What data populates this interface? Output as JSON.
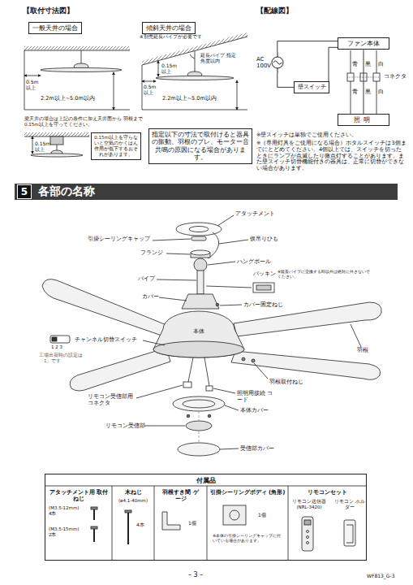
{
  "diagram": {
    "nodes": [
      {
        "text": [
          "一般天井の場合"
        ]
      },
      {
        "text": [
          "傾斜天井の場合"
        ]
      },
      {
        "text": [
          "0.15m以上を守らないと空気のかくはん作用が低下するおそれがあります。"
        ]
      },
      {
        "text": [
          "指定以下の寸法で取付けると器具の振動、羽根のブレ、モーター音共鳴の原因になる場合があります。"
        ]
      },
      {
        "text": [
          "AC 100V"
        ]
      },
      {
        "text": [
          "壁スイッチ"
        ]
      },
      {
        "text": [
          "ファン本体"
        ]
      },
      {
        "text": [
          "照明"
        ]
      },
      {
        "text": [
          "5",
          "各部の名称"
        ]
      },
      {
        "text": [
          "付属品"
        ]
      }
    ],
    "edges": [
      {
        "from": 4,
        "to": 6,
        "arrow": "none"
      },
      {
        "from": 4,
        "to": 5,
        "arrow": "none"
      },
      {
        "from": 5,
        "to": 6,
        "arrow": "none"
      },
      {
        "from": 6,
        "to": 7,
        "arrow": "none"
      }
    ],
    "labels": [
      "【取付寸法図】",
      "※別売延長パイプが必要です",
      "0.5m 以上",
      "2.2m以上~5.0m以内",
      "0.15m 以上",
      "延長パイプ 指定角度以内",
      "0.5m 以上",
      "2.2m以上~5.0m以内",
      "梁天井の場合は上記の条件に加え天井面から 羽根まで0.15m以上を守ってください。",
      "0.15m 以上",
      "【配線図】",
      "青",
      "黒",
      "白",
      "コネクタ",
      "青",
      "黒",
      "白",
      "※壁スイッチは単独でご使用ください。",
      "※（専用灯具をご使用になる場合）ホタルスイッチは3個までにとどめてください。4個以上では、スイッチを切ったときにランプが点滅したり微点灯することがあります。また壁スイッチ切替機能付きの器具は、正常に切替ができない場合があります。",
      "アタッチメント",
      "引掛シーリングキャップ",
      "仮吊りひも",
      "フランジ",
      "ハングボール",
      "パイプ",
      "パッキン",
      "※延長パイプに交換する時以外は絶対に外さないでください。",
      "カバー",
      "カバー固定ねじ",
      "本体",
      "チャンネル切替スイッチ",
      "1 2 3",
      "工場出荷時の設定は「1」です",
      "羽根",
      "羽根取付ねじ",
      "リモコン受信部用 コネクタ",
      "照明用接続 コード",
      "本体カバー",
      "リモコン受信部",
      "受信部カバー",
      "アタッチメント用 取付ねじ",
      "(M3.5-12mm) 4本",
      "(M3.5-15mm) 2本",
      "木ねじ",
      "(ø4.1-40mm)",
      "4本",
      "羽根すき間 ゲージ",
      "1個",
      "引掛シーリングボディ (角形)",
      "1個",
      "※本体の引掛シーリングキャップに付いている場合があります。",
      "リモコンセット",
      "リモコン送信器 (NRL-3420)",
      "リモコン ホルダー",
      "– 3 –",
      "WF813_G-3"
    ]
  }
}
